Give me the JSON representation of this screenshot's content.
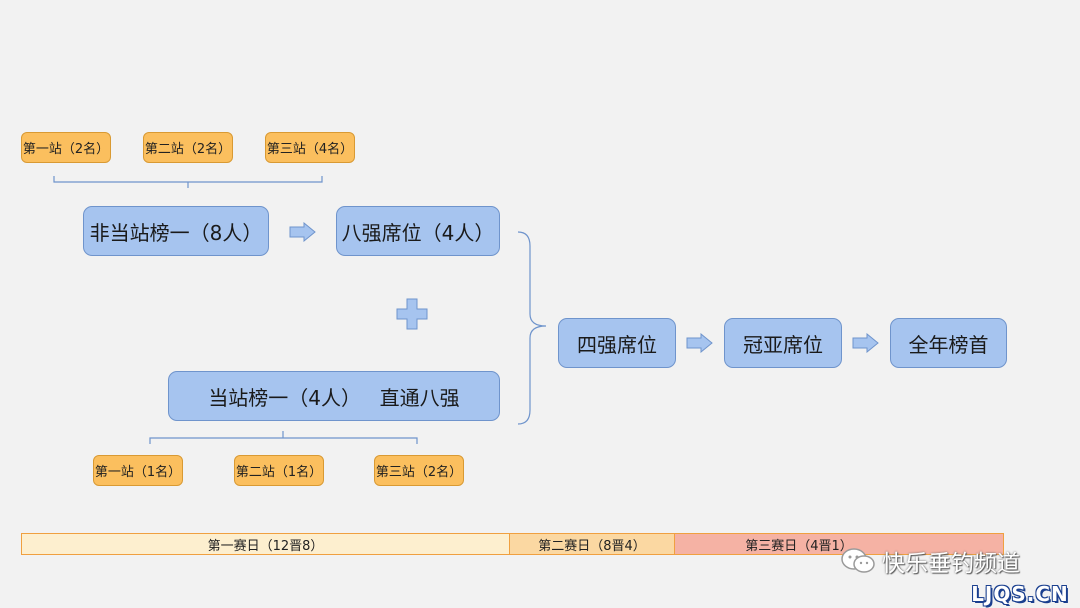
{
  "top_stations": [
    {
      "label": "第一站（2名）"
    },
    {
      "label": "第二站（2名）"
    },
    {
      "label": "第三站（4名）"
    }
  ],
  "bottom_stations": [
    {
      "label": "第一站（1名）"
    },
    {
      "label": "第二站（1名）"
    },
    {
      "label": "第三站（2名）"
    }
  ],
  "boxes": {
    "non_station_first": "非当站榜一（8人）",
    "top8_seat": "八强席位（4人）",
    "station_first": "当站榜一（4人）",
    "direct_top8": "直通八强",
    "top4_seat": "四强席位",
    "champion_seat": "冠亚席位",
    "year_first": "全年榜首"
  },
  "days": [
    {
      "label": "第一赛日（12晋8）",
      "color": "#fdefcf"
    },
    {
      "label": "第二赛日（8晋4）",
      "color": "#fbd8a2"
    },
    {
      "label": "第三赛日（4晋1）",
      "color": "#f5b2a4"
    }
  ],
  "watermark": {
    "channel": "快乐垂钓频道",
    "site": "LJQS.CN"
  },
  "colors": {
    "tag": "#fbbf5e",
    "box": "#a6c4ef",
    "arrow": "#a6c4ef",
    "bracket": "#6f94cc"
  }
}
